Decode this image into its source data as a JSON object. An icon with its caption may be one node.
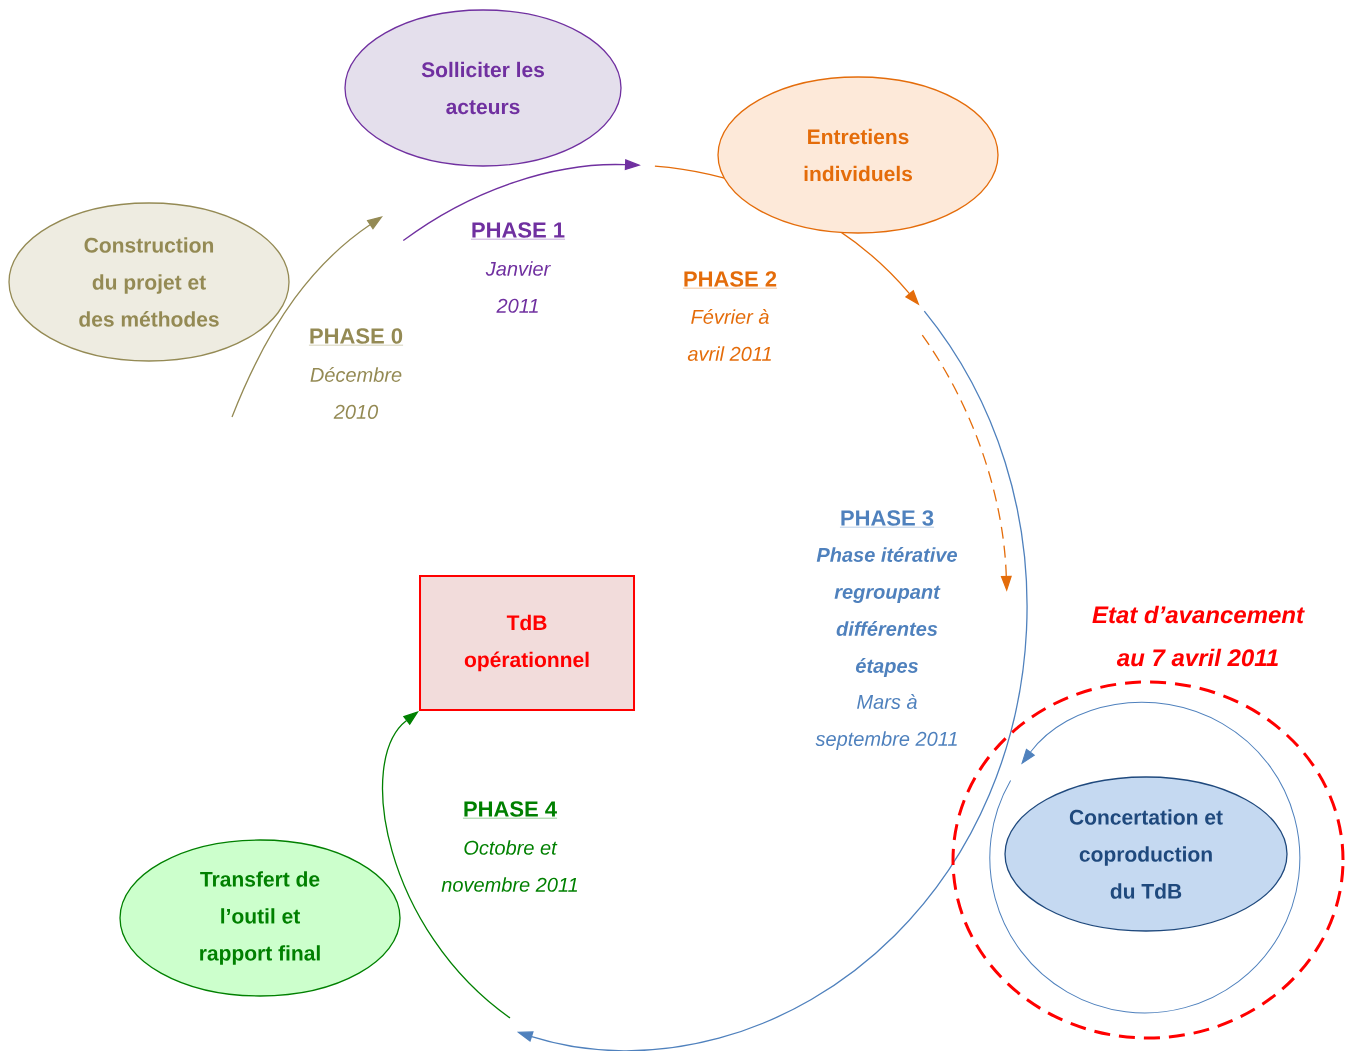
{
  "diagram": {
    "nodes": [
      {
        "text": [
          "Solliciter les acteurs"
        ]
      },
      {
        "text": [
          "Entretiens individuels"
        ]
      },
      {
        "text": [
          "Construction du projet et des méthodes"
        ]
      },
      {
        "text": [
          "TdB opérationnel"
        ]
      },
      {
        "text": [
          "Etat d’avancement au 7 avril 2011"
        ]
      },
      {
        "text": [],
        "shape": "circle",
        "in": 4
      },
      {
        "text": [
          "Concertation et coproduction du TdB"
        ],
        "in": 5
      },
      {
        "text": [
          "Transfert de l’outil et rapport final"
        ]
      }
    ],
    "edges": [
      {
        "from": null,
        "to": 3,
        "arrow": "to",
        "color": "#008000"
      }
    ],
    "labels": [
      "PHASE 0",
      "Décembre 2010",
      "PHASE 1",
      "Janvier 2011",
      "PHASE 2",
      "Février à avril 2011",
      "PHASE 3",
      "Phase itérative regroupant différentes étapes",
      "Mars à septembre 2011",
      "PHASE 4",
      "Octobre et novembre 2011"
    ]
  }
}
